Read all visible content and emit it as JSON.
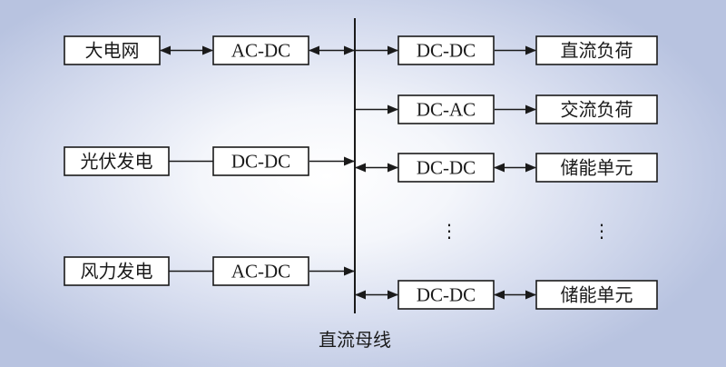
{
  "sources": [
    {
      "source": "大电网",
      "converter": "AC-DC",
      "bidirectional": true
    },
    {
      "source": "光伏发电",
      "converter": "DC-DC",
      "bidirectional": false
    },
    {
      "source": "风力发电",
      "converter": "AC-DC",
      "bidirectional": false
    }
  ],
  "loads": [
    {
      "converter": "DC-DC",
      "load": "直流负荷",
      "bidirectional": false
    },
    {
      "converter": "DC-AC",
      "load": "交流负荷",
      "bidirectional": false
    },
    {
      "converter": "DC-DC",
      "load": "储能单元",
      "bidirectional": true
    },
    {
      "converter": "DC-DC",
      "load": "储能单元",
      "bidirectional": true
    }
  ],
  "ellipsis": "⋮",
  "bus_label": "直流母线"
}
